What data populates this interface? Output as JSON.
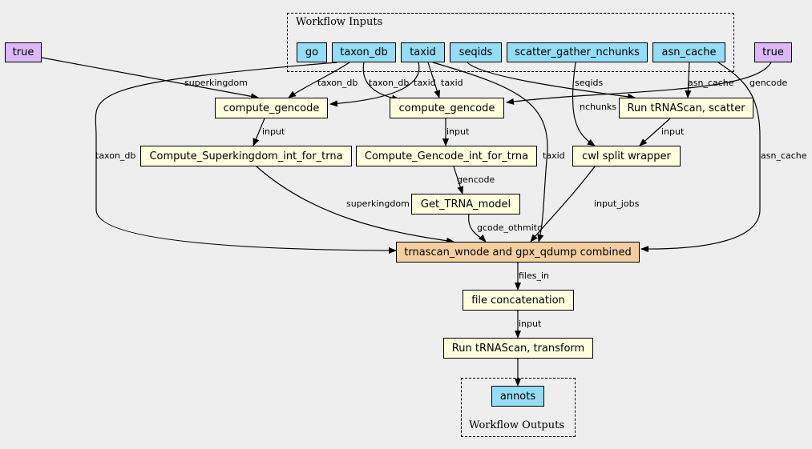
{
  "clusters": {
    "inputs_label": "Workflow Inputs",
    "outputs_label": "Workflow Outputs"
  },
  "nodes": {
    "true_left": "true",
    "true_right": "true",
    "go": "go",
    "taxon_db": "taxon_db",
    "taxid": "taxid",
    "seqids": "seqids",
    "scatter_gather_nchunks": "scatter_gather_nchunks",
    "asn_cache": "asn_cache",
    "compute_gencode_1": "compute_gencode",
    "compute_gencode_2": "compute_gencode",
    "run_trnascan_scatter": "Run tRNAScan, scatter",
    "compute_superkingdom": "Compute_Superkingdom_int_for_trna",
    "compute_gencode_int": "Compute_Gencode_int_for_trna",
    "cwl_split_wrapper": "cwl split wrapper",
    "get_trna_model": "Get_TRNA_model",
    "trnascan_combined": "trnascan_wnode and gpx_qdump combined",
    "file_concatenation": "file concatenation",
    "run_trnascan_transform": "Run tRNAScan, transform",
    "annots": "annots"
  },
  "edge_labels": {
    "superkingdom_1": "superkingdom",
    "taxon_db_1": "taxon_db",
    "taxon_db_2": "taxon_db",
    "taxid_1": "taxid",
    "taxid_2": "taxid",
    "seqids": "seqids",
    "asn_cache_1": "asn_cache",
    "gencode_1": "gencode",
    "nchunks": "nchunks",
    "input_1": "input",
    "input_2": "input",
    "input_3": "input",
    "taxon_db_3": "taxon_db",
    "taxid_3": "taxid",
    "asn_cache_2": "asn_cache",
    "gencode_2": "gencode",
    "superkingdom_2": "superkingdom",
    "gcode_othmito": "gcode_othmito",
    "input_jobs": "input_jobs",
    "files_in": "files_in",
    "input_4": "input"
  }
}
